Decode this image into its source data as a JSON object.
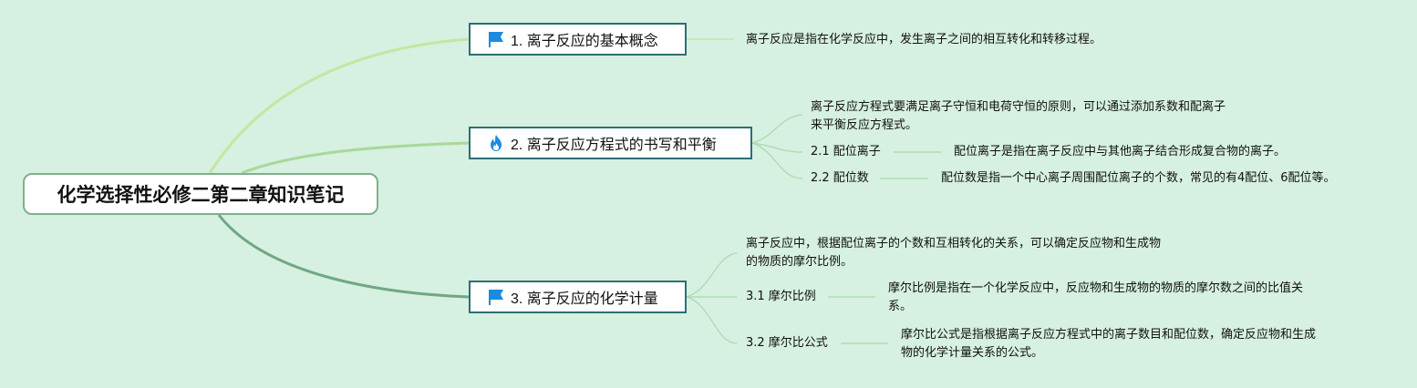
{
  "root": {
    "title": "化学选择性必修二第二章知识笔记"
  },
  "branches": [
    {
      "label": "1. 离子反应的基本概念",
      "icon": "flag-icon",
      "note": "离子反应是指在化学反应中，发生离子之间的相互转化和转移过程。"
    },
    {
      "label": "2. 离子反应方程式的书写和平衡",
      "icon": "fire-icon",
      "note_lines": [
        "离子反应方程式要满足离子守恒和电荷守恒的原则，可以通过添加系数和配离子",
        "来平衡反应方程式。"
      ],
      "subs": [
        {
          "label": "2.1 配位离子",
          "note": "配位离子是指在离子反应中与其他离子结合形成复合物的离子。"
        },
        {
          "label": "2.2 配位数",
          "note": "配位数是指一个中心离子周围配位离子的个数，常见的有4配位、6配位等。"
        }
      ]
    },
    {
      "label": "3. 离子反应的化学计量",
      "icon": "flag-icon",
      "note_lines": [
        "离子反应中，根据配位离子的个数和互相转化的关系，可以确定反应物和生成物",
        "的物质的摩尔比例。"
      ],
      "subs": [
        {
          "label": "3.1 摩尔比例",
          "note_lines": [
            "摩尔比例是指在一个化学反应中，反应物和生成物的物质的摩尔数之间的比值关",
            "系。"
          ]
        },
        {
          "label": "3.2 摩尔比公式",
          "note_lines": [
            "摩尔比公式是指根据离子反应方程式中的离子数目和配位数，确定反应物和生成",
            "物的化学计量关系的公式。"
          ]
        }
      ]
    }
  ],
  "colors": {
    "background": "#d6f0e1",
    "branch1_line": "#c5e6a0",
    "branch2_line": "#a8d89a",
    "branch3_line": "#6fa882",
    "sub_line": "#a9d9a9",
    "icon_blue": "#1a8be0"
  }
}
